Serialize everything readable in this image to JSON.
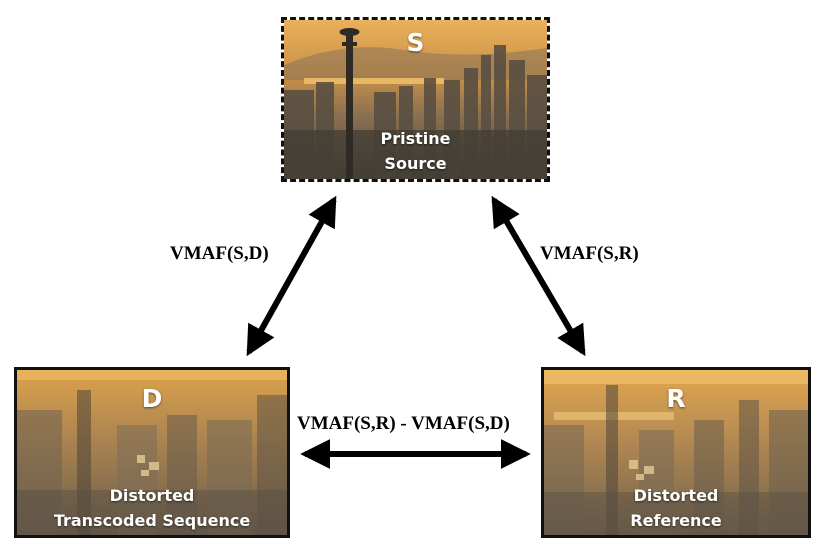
{
  "nodes": {
    "source": {
      "letter": "S",
      "line1": "Pristine",
      "line2": "Source"
    },
    "distorted": {
      "letter": "D",
      "line1": "Distorted",
      "line2": "Transcoded Sequence"
    },
    "reference": {
      "letter": "R",
      "line1": "Distorted",
      "line2": "Reference"
    }
  },
  "edges": {
    "source_distorted": "VMAF(S,D)",
    "source_reference": "VMAF(S,R)",
    "distorted_reference": "VMAF(S,R) - VMAF(S,D)"
  },
  "colors": {
    "sky_top": "#e8a64a",
    "sky_mid": "#c98a3e",
    "city": "#5d5142",
    "frame": "#111111",
    "arrow": "#000000"
  }
}
